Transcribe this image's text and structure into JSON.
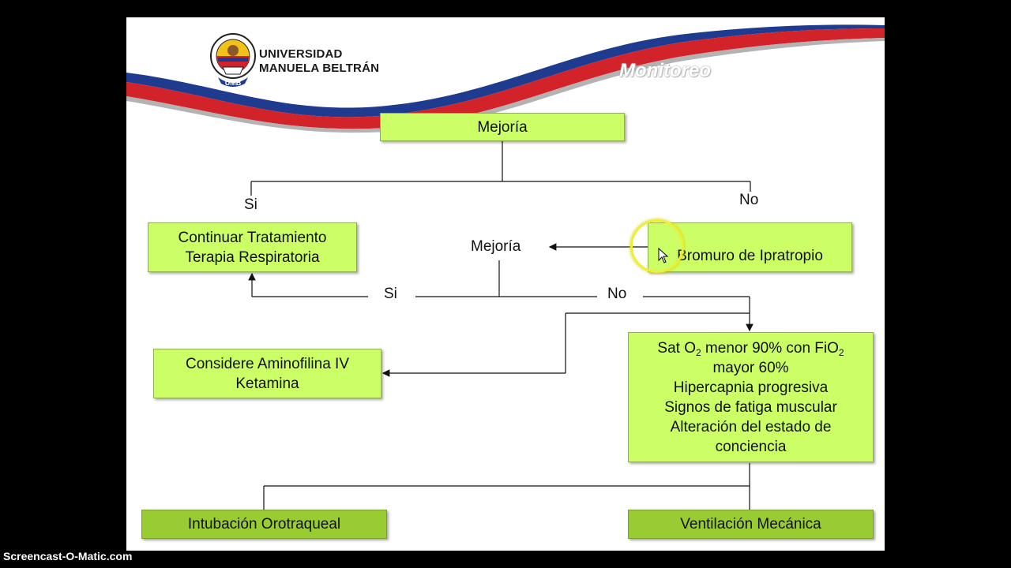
{
  "header": {
    "university_line1": "UNIVERSIDAD",
    "university_line2": "MANUELA BELTRÁN",
    "logo_text": "UMB",
    "slide_title": "Monitoreo"
  },
  "colors": {
    "box_fill": "#ccff66",
    "box_fill_dark": "#99cc33",
    "swoosh_red": "#d2232a",
    "swoosh_blue": "#1f3b8f"
  },
  "flowchart": {
    "top_box": "Mejoría",
    "branch_yes_1": "Si",
    "branch_no_1": "No",
    "continue_box_line1": "Continuar Tratamiento",
    "continue_box_line2": "Terapia Respiratoria",
    "middle_label": "Mejoría",
    "bromuro_box": "Bromuro de Ipratropio",
    "branch_yes_2": "Si",
    "branch_no_2": "No",
    "aminofilina_line1": "Considere Aminofilina IV",
    "aminofilina_line2": "Ketamina",
    "criteria": {
      "sat_prefix": "Sat O",
      "sat_sub": "2",
      "sat_mid": " menor 90% con FiO",
      "fio_sub": "2",
      "line2": "mayor 60%",
      "line3": "Hipercapnia progresiva",
      "line4": "Signos de fatiga muscular",
      "line5": "Alteración del estado de",
      "line6": "conciencia"
    },
    "intubacion_box": "Intubación Orotraqueal",
    "ventilacion_box": "Ventilación Mecánica"
  },
  "footer": {
    "watermark": "Screencast-O-Matic.com"
  }
}
